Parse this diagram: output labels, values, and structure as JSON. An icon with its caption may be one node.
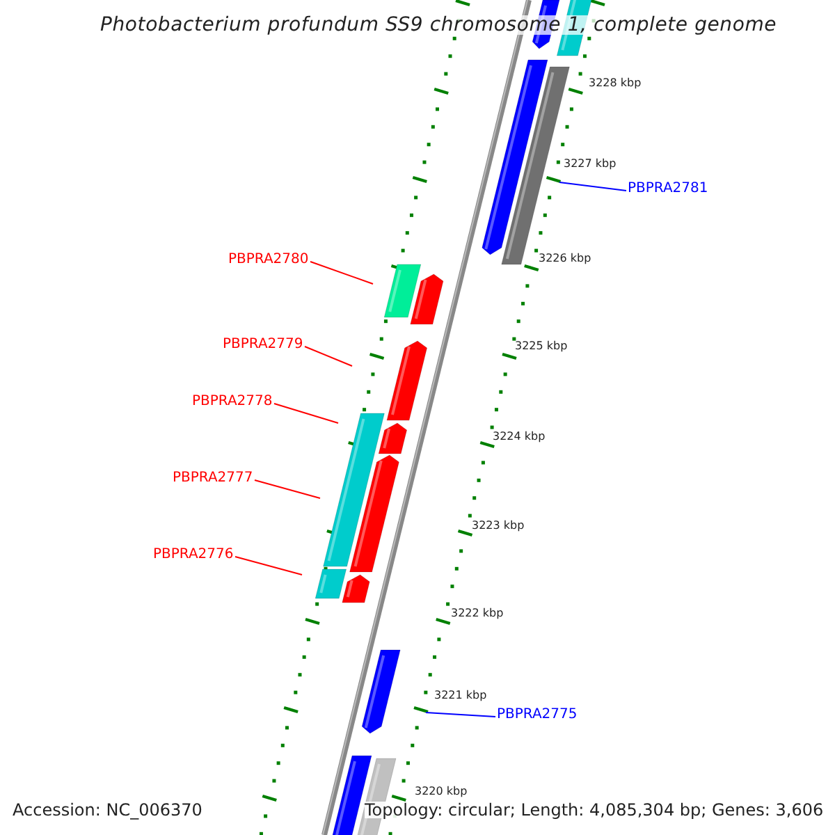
{
  "diagram": {
    "title": "Photobacterium profundum SS9 chromosome 1, complete genome",
    "nodes": [
      {
        "text": [
          "PBPRA2781"
        ]
      },
      {
        "text": [
          "PBPRA2780"
        ]
      },
      {
        "text": [
          "PBPRA2779"
        ]
      },
      {
        "text": [
          "PBPRA2778"
        ]
      },
      {
        "text": [
          "PBPRA2777"
        ]
      },
      {
        "text": [
          "PBPRA2776"
        ]
      },
      {
        "text": [
          "PBPRA2775"
        ]
      }
    ],
    "edges": [
      {
        "from": 0,
        "to": null,
        "arrow": "none",
        "color": "#0000ff"
      },
      {
        "from": 1,
        "to": null,
        "arrow": "none"
      },
      {
        "from": 2,
        "to": null,
        "arrow": "none"
      },
      {
        "from": 3,
        "to": null,
        "arrow": "none"
      },
      {
        "from": 4,
        "to": null,
        "arrow": "none"
      },
      {
        "from": 5,
        "to": null,
        "arrow": "none"
      },
      {
        "from": 6,
        "to": null,
        "arrow": "none",
        "color": "#0000ff"
      }
    ],
    "labels": [
      "3228 kbp",
      "3227 kbp",
      "3226 kbp",
      "3225 kbp",
      "3224 kbp",
      "3223 kbp",
      "3222 kbp",
      "3221 kbp",
      "3220 kbp",
      "Accession: NC_006370",
      "Topology: circular; Length: 4,085,304 bp; Genes: 3,606"
    ]
  }
}
